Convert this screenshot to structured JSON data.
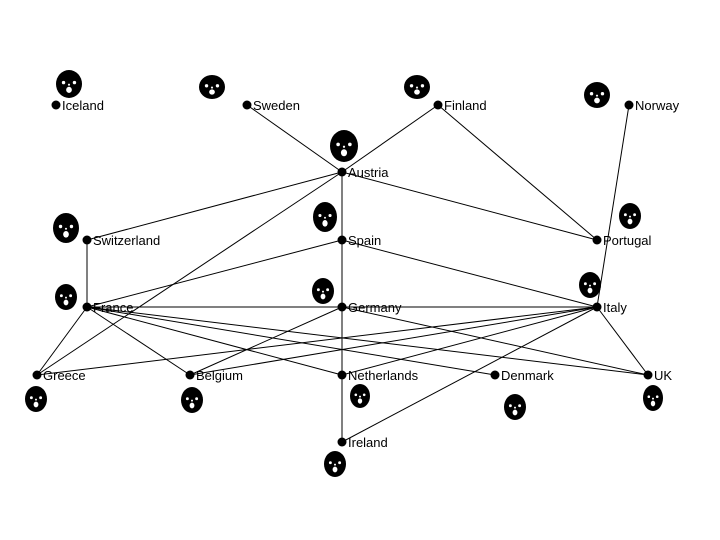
{
  "diagram": {
    "nodes": [
      {
        "id": "iceland",
        "label": "Iceland"
      },
      {
        "id": "sweden",
        "label": "Sweden"
      },
      {
        "id": "finland",
        "label": "Finland"
      },
      {
        "id": "norway",
        "label": "Norway"
      },
      {
        "id": "austria",
        "label": "Austria"
      },
      {
        "id": "switzerland",
        "label": "Switzerland"
      },
      {
        "id": "spain",
        "label": "Spain"
      },
      {
        "id": "portugal",
        "label": "Portugal"
      },
      {
        "id": "france",
        "label": "France"
      },
      {
        "id": "germany",
        "label": "Germany"
      },
      {
        "id": "italy",
        "label": "Italy"
      },
      {
        "id": "greece",
        "label": "Greece"
      },
      {
        "id": "belgium",
        "label": "Belgium"
      },
      {
        "id": "netherlands",
        "label": "Netherlands"
      },
      {
        "id": "denmark",
        "label": "Denmark"
      },
      {
        "id": "uk",
        "label": "UK"
      },
      {
        "id": "ireland",
        "label": "Ireland"
      }
    ],
    "edges": [
      [
        "sweden",
        "austria"
      ],
      [
        "finland",
        "austria"
      ],
      [
        "finland",
        "portugal"
      ],
      [
        "norway",
        "italy"
      ],
      [
        "austria",
        "switzerland"
      ],
      [
        "austria",
        "spain"
      ],
      [
        "austria",
        "portugal"
      ],
      [
        "austria",
        "greece"
      ],
      [
        "switzerland",
        "france"
      ],
      [
        "spain",
        "france"
      ],
      [
        "spain",
        "germany"
      ],
      [
        "spain",
        "italy"
      ],
      [
        "france",
        "greece"
      ],
      [
        "france",
        "belgium"
      ],
      [
        "france",
        "netherlands"
      ],
      [
        "france",
        "italy"
      ],
      [
        "france",
        "uk"
      ],
      [
        "france",
        "denmark"
      ],
      [
        "germany",
        "belgium"
      ],
      [
        "germany",
        "netherlands"
      ],
      [
        "germany",
        "uk"
      ],
      [
        "italy",
        "greece"
      ],
      [
        "italy",
        "belgium"
      ],
      [
        "italy",
        "netherlands"
      ],
      [
        "italy",
        "uk"
      ],
      [
        "italy",
        "ireland"
      ],
      [
        "netherlands",
        "ireland"
      ]
    ],
    "icon": "smiley-face-icon"
  }
}
